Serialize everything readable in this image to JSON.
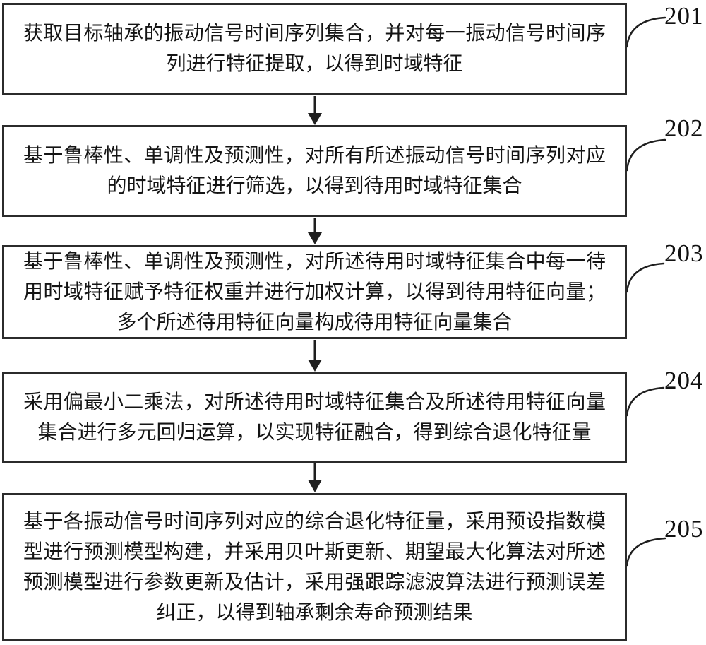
{
  "figure": {
    "background_color": "#ffffff",
    "line_color": "#2b2b2b",
    "text_color": "#141414",
    "kind": "patent-flowchart"
  },
  "flowchart": {
    "direction": "top-down",
    "arrow_style": "solid-triangle-down",
    "boxes": [
      {
        "ref": "201",
        "text": "获取目标轴承的振动信号时间序列集合，并对每一振动信号时间序列进行特征提取，以得到时域特征",
        "lines": [
          "获取目标轴承的振动信号时间序列集合，并对每一振动信号时间序",
          "列进行特征提取，以得到时域特征"
        ]
      },
      {
        "ref": "202",
        "text": "基于鲁棒性、单调性及预测性，对所有所述振动信号时间序列对应的时域特征进行筛选，以得到待用时域特征集合",
        "lines": [
          "基于鲁棒性、单调性及预测性，对所有所述振动信号时间序列对应",
          "的时域特征进行筛选，以得到待用时域特征集合"
        ]
      },
      {
        "ref": "203",
        "text": "基于鲁棒性、单调性及预测性，对所述待用时域特征集合中每一待用时域特征赋予特征权重并进行加权计算，以得到待用特征向量；多个所述待用特征向量构成待用特征向量集合",
        "lines": [
          "基于鲁棒性、单调性及预测性，对所述待用时域特征集合中每一待",
          "用时域特征赋予特征权重并进行加权计算，以得到待用特征向量；",
          "多个所述待用特征向量构成待用特征向量集合"
        ]
      },
      {
        "ref": "204",
        "text": "采用偏最小二乘法，对所述待用时域特征集合及所述待用特征向量集合进行多元回归运算，以实现特征融合，得到综合退化特征量",
        "lines": [
          "采用偏最小二乘法，对所述待用时域特征集合及所述待用特征向量",
          "集合进行多元回归运算，以实现特征融合，得到综合退化特征量"
        ]
      },
      {
        "ref": "205",
        "text": "基于各振动信号时间序列对应的综合退化特征量，采用预设指数模型进行预测模型构建，并采用贝叶斯更新、期望最大化算法对所述预测模型进行参数更新及估计，采用强跟踪滤波算法进行预测误差纠正，以得到轴承剩余寿命预测结果",
        "lines": [
          "基于各振动信号时间序列对应的综合退化特征量，采用预设指数模",
          "型进行预测模型构建，并采用贝叶斯更新、期望最大化算法对所述",
          "预测模型进行参数更新及估计，采用强跟踪滤波算法进行预测误差",
          "纠正，以得到轴承剩余寿命预测结果"
        ]
      }
    ]
  }
}
